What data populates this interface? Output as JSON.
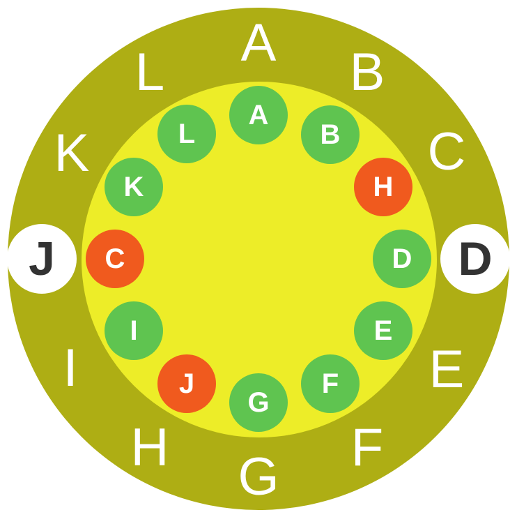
{
  "outer_letters": [
    "A",
    "B",
    "C",
    "E",
    "F",
    "G",
    "H",
    "I",
    "K",
    "L"
  ],
  "markers": {
    "left": "J",
    "right": "D"
  },
  "tiles": [
    {
      "label": "A",
      "color": "#5fc450"
    },
    {
      "label": "B",
      "color": "#5fc450"
    },
    {
      "label": "H",
      "color": "#f05a1e"
    },
    {
      "label": "D",
      "color": "#5fc450"
    },
    {
      "label": "E",
      "color": "#5fc450"
    },
    {
      "label": "F",
      "color": "#5fc450"
    },
    {
      "label": "G",
      "color": "#5fc450"
    },
    {
      "label": "J",
      "color": "#f05a1e"
    },
    {
      "label": "I",
      "color": "#5fc450"
    },
    {
      "label": "C",
      "color": "#f05a1e"
    },
    {
      "label": "K",
      "color": "#5fc450"
    },
    {
      "label": "L",
      "color": "#5fc450"
    }
  ],
  "colors": {
    "outer_ring": "#aeae14",
    "inner_disc": "#eded28",
    "correct": "#5fc450",
    "wrong": "#f05a1e"
  }
}
